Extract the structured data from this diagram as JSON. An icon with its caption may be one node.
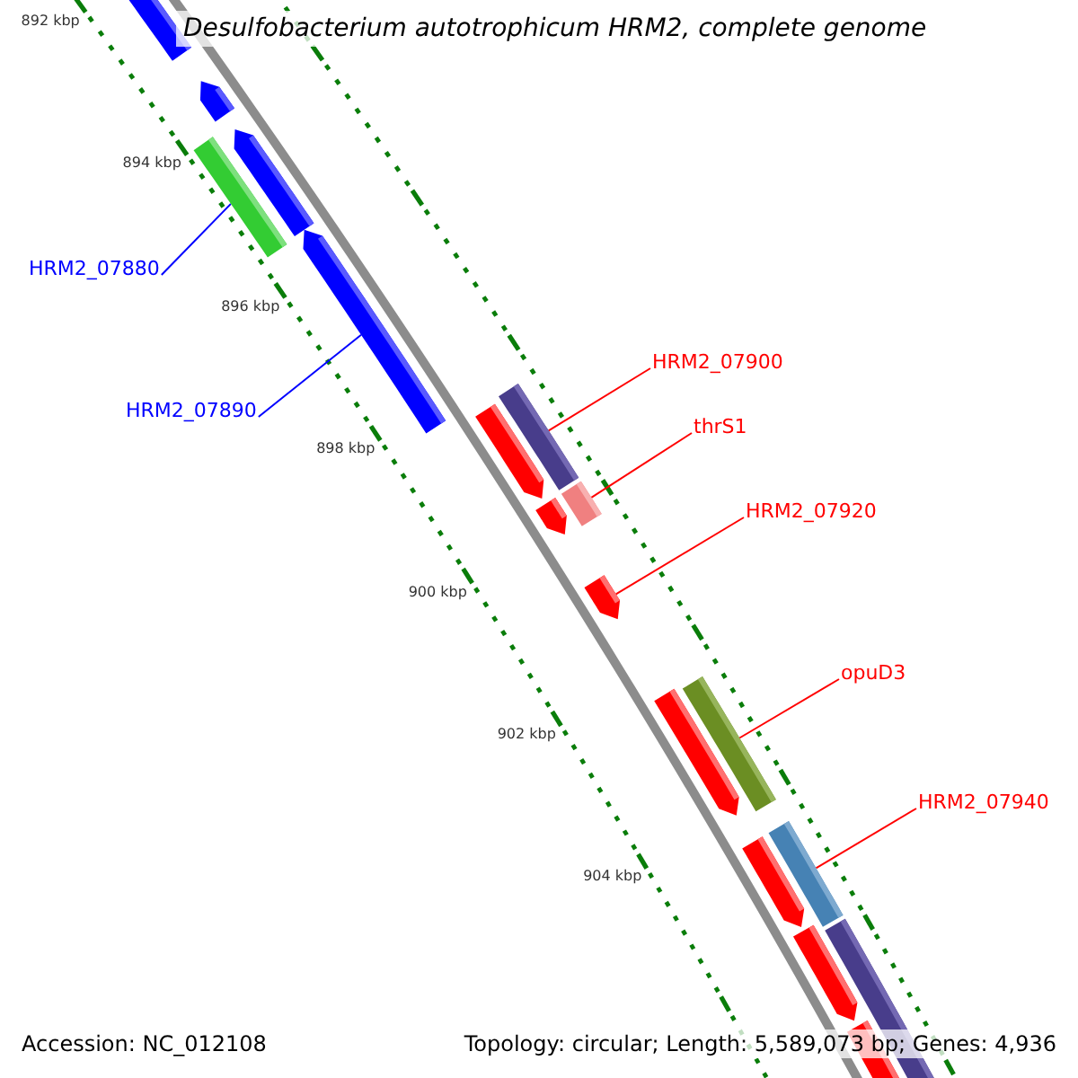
{
  "diagram": {
    "title": "Desulfobacterium autotrophicum HRM2, complete genome",
    "nodes": [
      {
        "text": [
          "HRM2_07880"
        ]
      },
      {
        "text": [
          "HRM2_07890"
        ]
      },
      {
        "text": [
          "HRM2_07900"
        ]
      },
      {
        "text": [
          "thrS1"
        ]
      },
      {
        "text": [
          "HRM2_07920"
        ]
      },
      {
        "text": [
          "opuD3"
        ]
      },
      {
        "text": [
          "HRM2_07940"
        ]
      },
      {
        "text": [],
        "shape": "bar"
      },
      {
        "text": [],
        "shape": "bar"
      },
      {
        "text": [],
        "shape": "bar"
      },
      {
        "text": [],
        "shape": "bar"
      },
      {
        "text": [],
        "shape": "bar"
      },
      {
        "text": [],
        "shape": "bar"
      },
      {
        "text": [],
        "shape": "bar"
      }
    ],
    "edges": [
      {
        "from": 0,
        "to": 7,
        "arrow": "none",
        "color": "#0000ff"
      },
      {
        "from": 1,
        "to": 8,
        "arrow": "none",
        "color": "#0000ff"
      },
      {
        "from": 2,
        "to": 9,
        "arrow": "none"
      },
      {
        "from": 3,
        "to": 10,
        "arrow": "none"
      },
      {
        "from": 4,
        "to": 11,
        "arrow": "none"
      },
      {
        "from": 5,
        "to": 12,
        "arrow": "none"
      },
      {
        "from": 6,
        "to": 13,
        "arrow": "none"
      }
    ],
    "labels": [
      "892 kbp",
      "894 kbp",
      "896 kbp",
      "898 kbp",
      "900 kbp",
      "902 kbp",
      "904 kbp",
      "Accession: NC_012108",
      "Topology: circular; Length: 5,589,073 bp; Genes: 4,936"
    ]
  }
}
